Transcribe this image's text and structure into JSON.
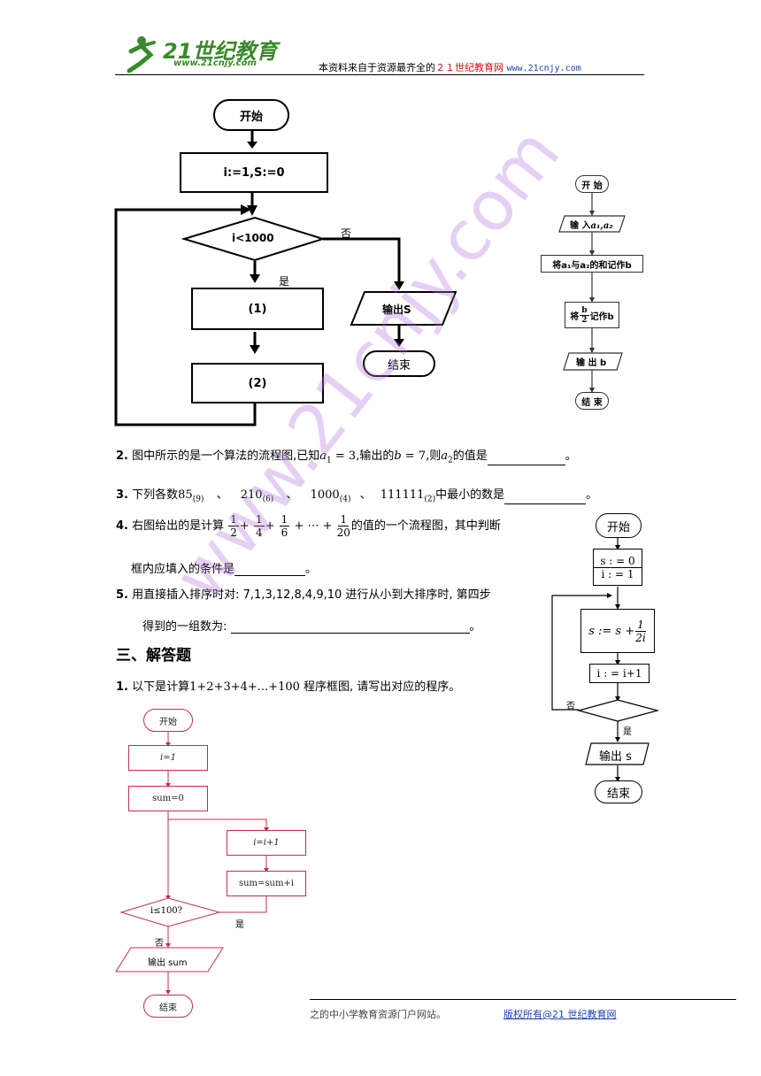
{
  "header": {
    "logo_text": "21世纪教育",
    "logo_url": "www.21cnjy.com",
    "prefix": "本资料来自于资源最齐全的",
    "brand": "２１世纪教育网",
    "site": "www.21cnjy.com"
  },
  "flowchart1": {
    "start": "开始",
    "init": "i:=1,S:=0",
    "cond": "i<1000",
    "no": "否",
    "yes": "是",
    "step1": "(1)",
    "step2": "(2)",
    "output": "输出S",
    "end": "结束"
  },
  "flowchart2": {
    "start": "开 始",
    "input_prefix": "输 入",
    "input_vars": "a₁,a₂",
    "sum_text": "将a₁与a₂的和记作b",
    "half_prefix": "将",
    "half_num": "b",
    "half_den": "2",
    "half_suffix": "记作b",
    "output": "输 出 b",
    "end": "结 束"
  },
  "q2": {
    "num": "2.",
    "t1": "图中所示的是一个算法的流程图,已知",
    "a1": "a",
    "a1sub": "1",
    "eq1": " = 3",
    "t2": ",输出的",
    "b": "b",
    "eq2": " = 7",
    "t3": ",则",
    "a2": "a",
    "a2sub": "2",
    "t4": "的值是",
    "end": "。"
  },
  "q3": {
    "num": "3.",
    "t1": "下列各数",
    "n1": "85",
    "s1": "(9)",
    "n2": "210",
    "s2": "(6)",
    "n3": "1000",
    "s3": "(4)",
    "n4": "111111",
    "s4": "(2)",
    "sep": "、",
    "t2": "中最小的数是",
    "end": "。"
  },
  "q4": {
    "num": "4.",
    "t1": "右图给出的是计算",
    "f1n": "1",
    "f1d": "2",
    "f2n": "1",
    "f2d": "4",
    "f3n": "1",
    "f3d": "6",
    "dots": "+ ⋯ +",
    "f4n": "1",
    "f4d": "20",
    "t2": "的值的一个流程图，其中判断",
    "line2": "框内应填入的条件是",
    "end": "。"
  },
  "q5": {
    "num": "5.",
    "t1": "用直接插入排序时对: 7,1,3,12,8,4,9,10 进行从小到大排序时, 第四步",
    "line2": "得到的一组数为:",
    "end": "。"
  },
  "section": "三、解答题",
  "s1": {
    "num": "1.",
    "t1": "以下是计算",
    "expr": "1+2+3+4+...+100",
    "t2": "程序框图, 请写出对应的程序。"
  },
  "flowchart3": {
    "start": "开始",
    "init_s": "s : = 0",
    "init_i": "i : = 1",
    "step_lhs": "s := s +",
    "step_num": "1",
    "step_den": "2i",
    "inc": "i : = i+1",
    "no": "否",
    "yes": "是",
    "output": "输出 s",
    "end": "结束"
  },
  "flowchart4": {
    "start": "开始",
    "init_i": "i=1",
    "init_sum": "sum=0",
    "inc": "i=i+1",
    "acc": "sum=sum+i",
    "cond": "i≤100?",
    "yes": "是",
    "no": "否",
    "output": "输出 sum",
    "end": "结束"
  },
  "footer": {
    "left": "之的中小学教育资源门户网站。",
    "right": "版权所有@21 世纪教育网"
  },
  "watermark": "www.21cnjy.com",
  "colors": {
    "brand_red": "#d01010",
    "link_blue": "#1a3fb0",
    "chart_red": "#c0304a",
    "logo_green": "#3a8a2a"
  }
}
